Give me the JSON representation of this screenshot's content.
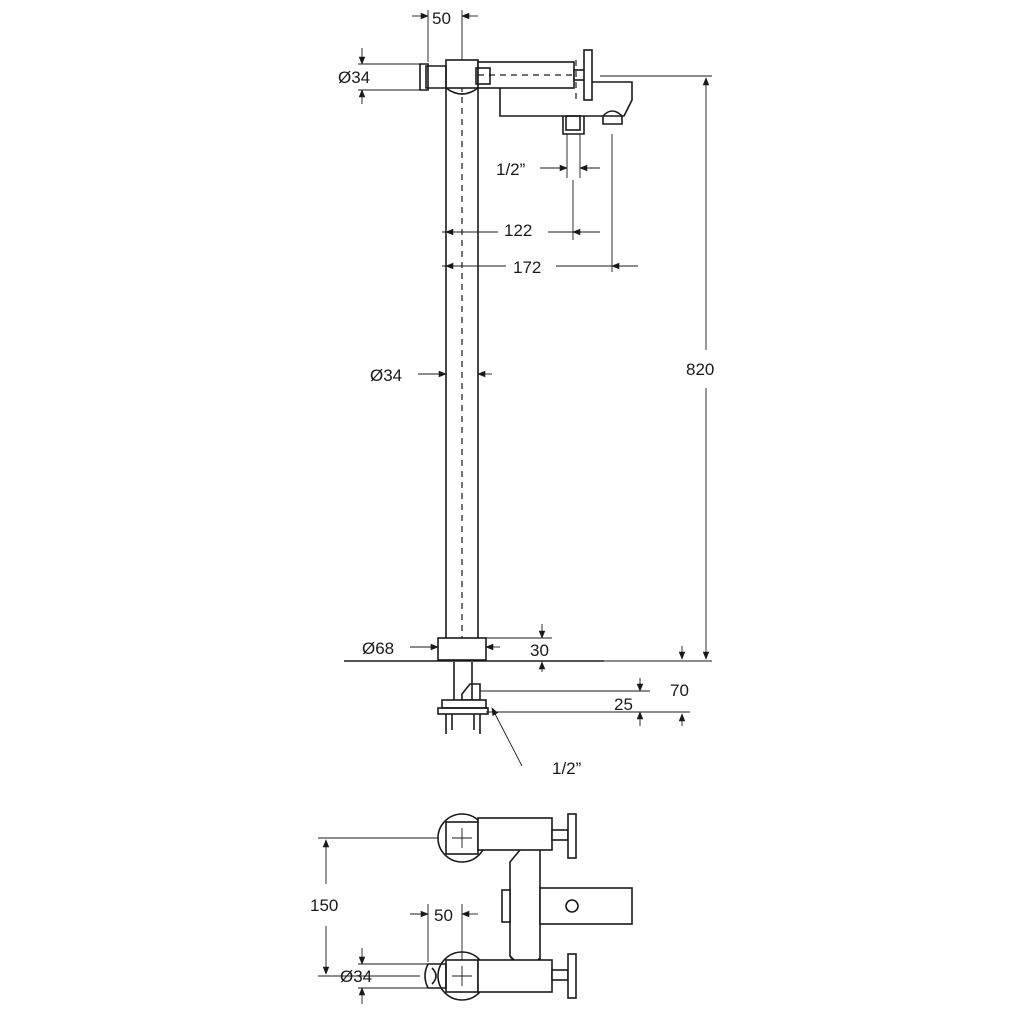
{
  "dimensions": {
    "top_width": "50",
    "top_diameter": "Ø34",
    "inlet_thread_top": "1/2”",
    "offset_122": "122",
    "offset_172": "172",
    "pipe_diameter": "Ø34",
    "height": "820",
    "base_diameter": "Ø68",
    "base_height": "30",
    "below_floor": "70",
    "below_25": "25",
    "inlet_thread_bottom": "1/2”",
    "plan_spacing": "150",
    "plan_width": "50",
    "plan_diameter": "Ø34"
  }
}
